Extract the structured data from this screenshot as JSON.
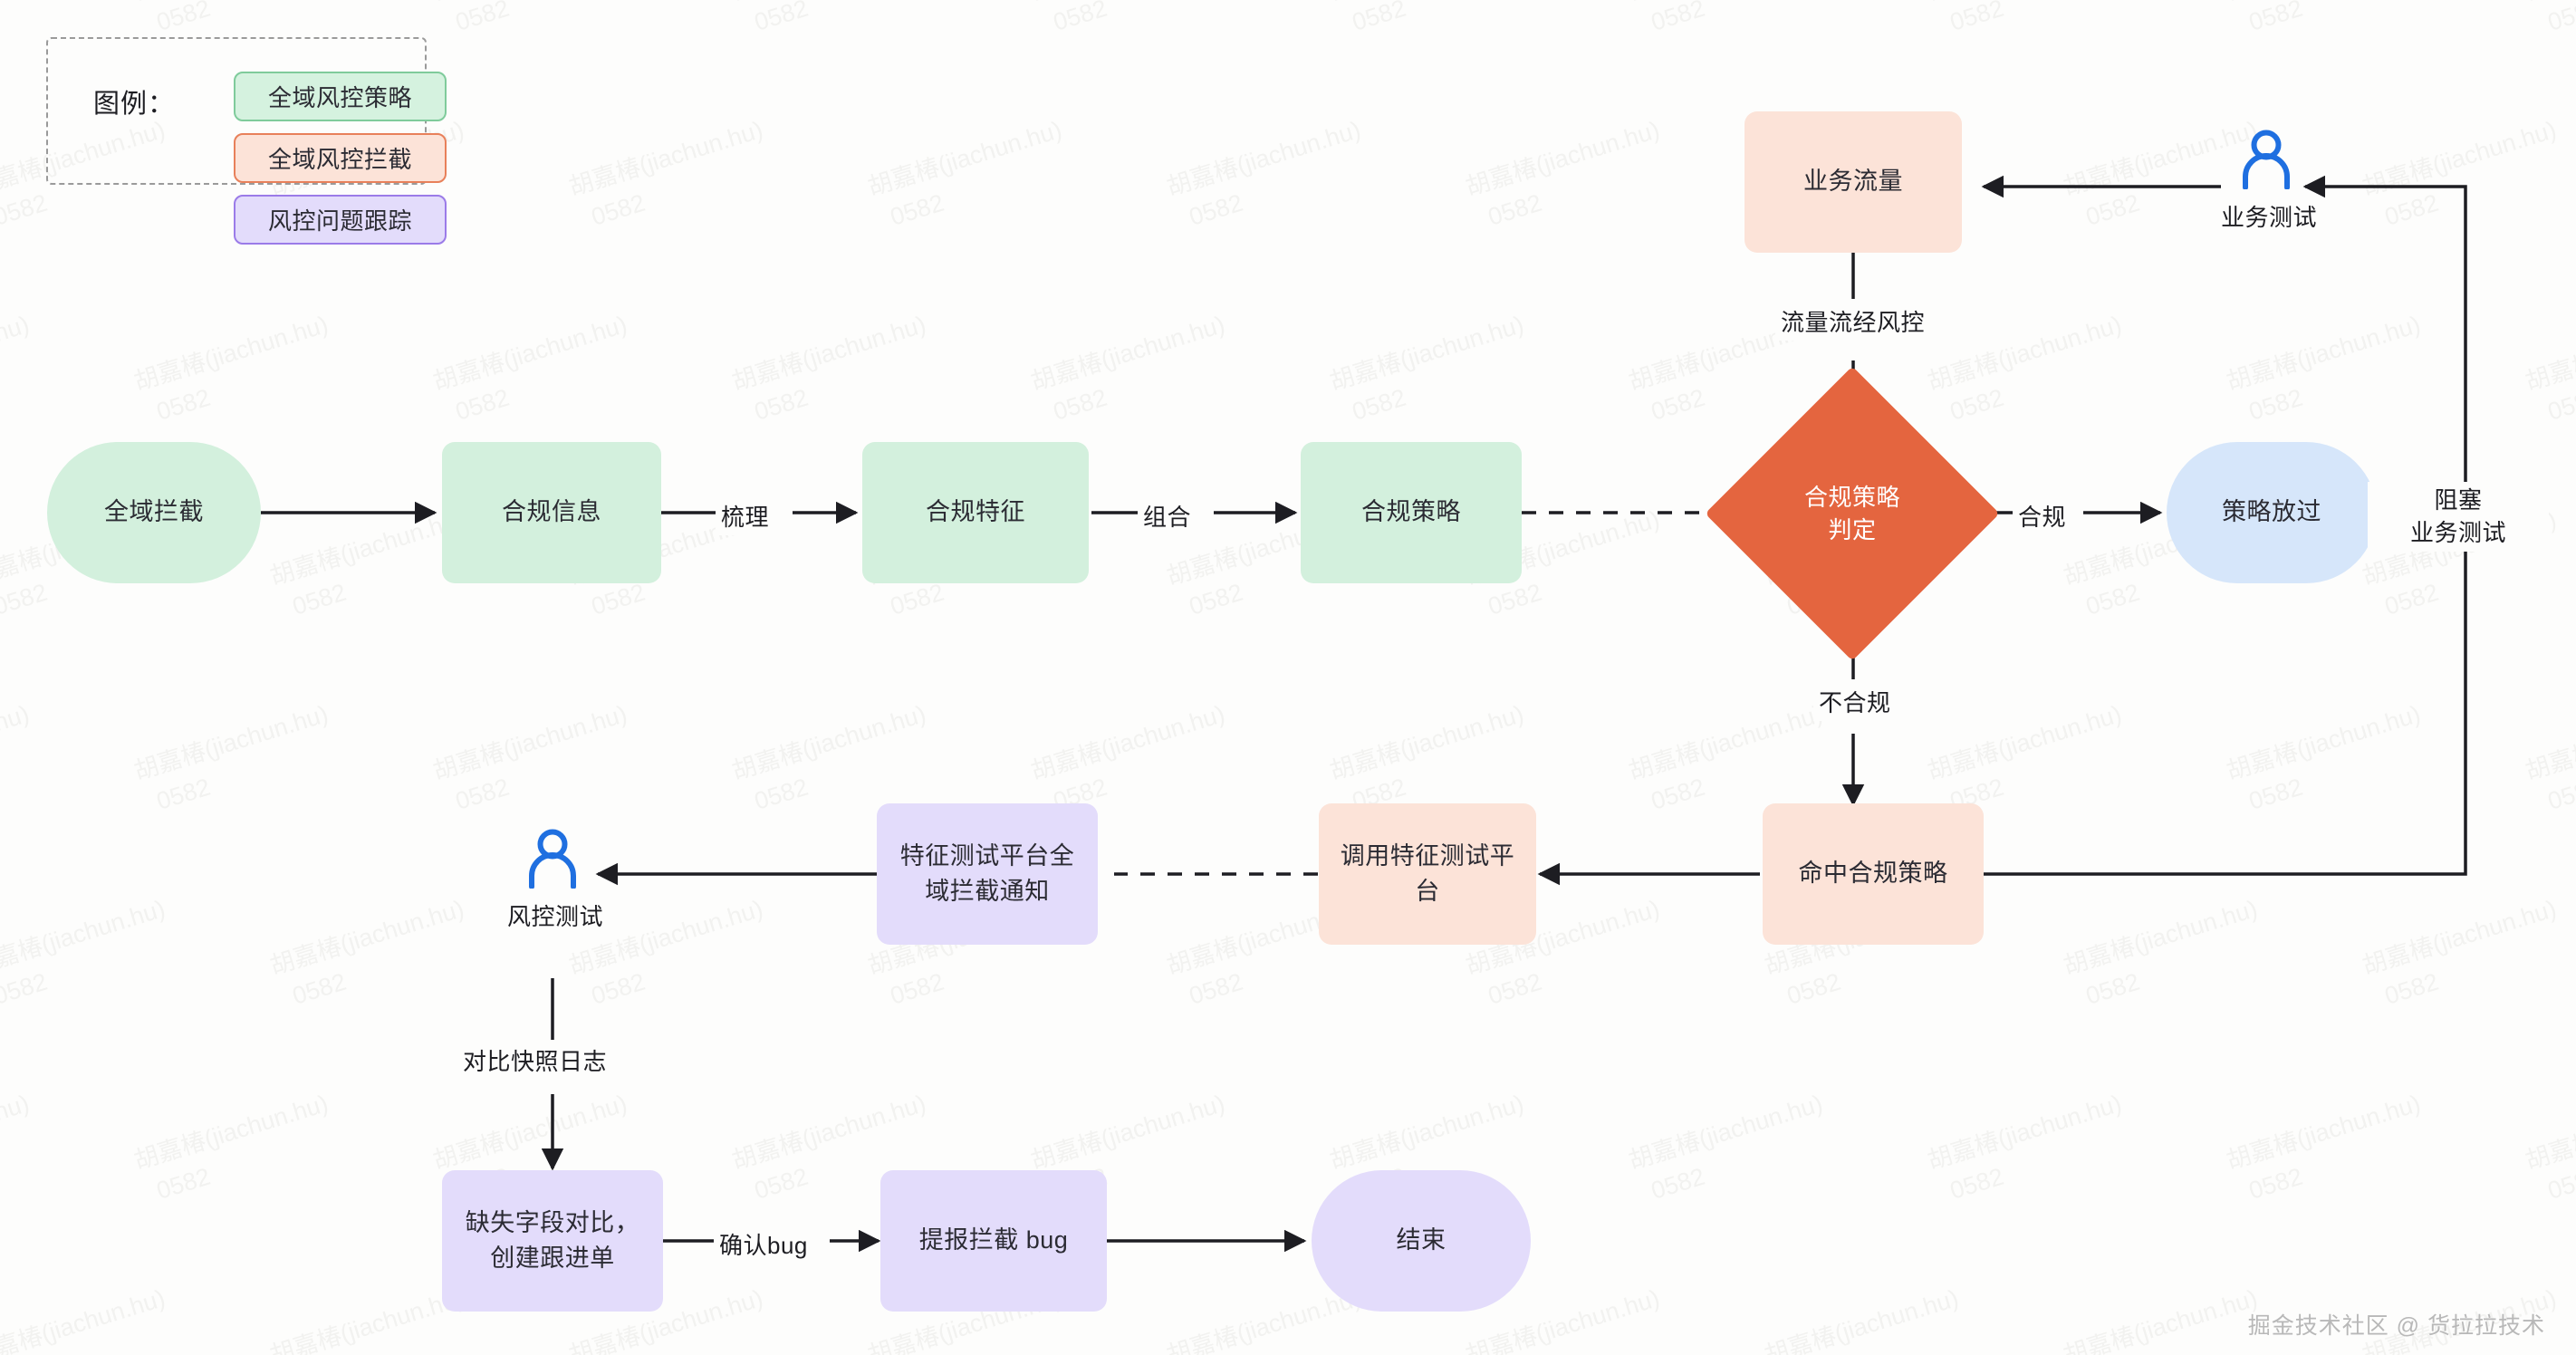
{
  "legend": {
    "title": "图例：",
    "items": [
      {
        "label": "全域风控策略",
        "color": "#d5f2df",
        "border": "#7fcb9b"
      },
      {
        "label": "全域风控拦截",
        "color": "#fce3d8",
        "border": "#e8805a"
      },
      {
        "label": "风控问题跟踪",
        "color": "#e3dcfb",
        "border": "#9b7be8"
      }
    ]
  },
  "nodes": {
    "quanyu_lanjie": "全域拦截",
    "hegui_xinxi": "合规信息",
    "hegui_tezheng": "合规特征",
    "hegui_celue": "合规策略",
    "hegui_celue_panding_l1": "合规策略",
    "hegui_celue_panding_l2": "判定",
    "yewu_liuliang": "业务流量",
    "celue_fangguo": "策略放过",
    "mingzhong_hegui_celue": "命中合规策略",
    "diaoyong_pingtai_l1": "调用特征测试平",
    "diaoyong_pingtai_l2": "台",
    "tongzhi_l1": "特征测试平台全",
    "tongzhi_l2": "域拦截通知",
    "quehshi_l1": "缺失字段对比，",
    "quehshi_l2": "创建跟进单",
    "tibao_bug": "提报拦截 bug",
    "jieshu": "结束"
  },
  "actors": {
    "yewu_ceshi": "业务测试",
    "fengkong_ceshi": "风控测试"
  },
  "edge_labels": {
    "shuli": "梳理",
    "zuhe": "组合",
    "hegui": "合规",
    "liuliang_jing_fengkong": "流量流经风控",
    "bu_hegui": "不合规",
    "zusai_l1": "阻塞",
    "zusai_l2": "业务测试",
    "duibi_kuaizhao": "对比快照日志",
    "queren_bug": "确认bug"
  },
  "watermark": {
    "line1": "胡嘉椿(jiachun.hu)",
    "line2": "0582"
  },
  "footer": {
    "text": "掘金技术社区 @ 货拉拉技术"
  },
  "colors": {
    "green": "#d3f0dd",
    "peach": "#fce3d8",
    "purple": "#e3dcfb",
    "blue": "#d6e6fa",
    "diamond": "#e4653f",
    "actor": "#1f6fe0",
    "stroke": "#1d1d22",
    "background": "#fdfdfc"
  }
}
